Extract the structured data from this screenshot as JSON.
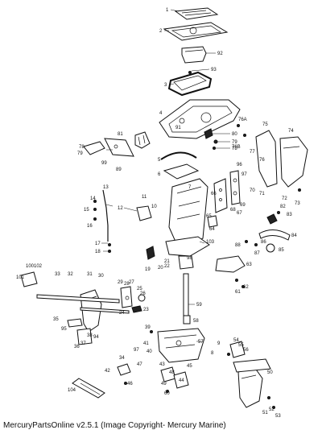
{
  "caption": "MercuryPartsOnline v2.5.1 (Image Copyright- Mercury Marine)",
  "callouts": [
    "1",
    "2",
    "92",
    "93",
    "3",
    "4",
    "91",
    "80",
    "79",
    "78",
    "76A",
    "76B",
    "75",
    "74",
    "77",
    "76",
    "72",
    "73",
    "81",
    "78",
    "79",
    "99",
    "89",
    "5",
    "6",
    "7",
    "96",
    "97",
    "70",
    "69",
    "68",
    "67",
    "66",
    "65",
    "64",
    "71",
    "82",
    "83",
    "84",
    "88",
    "86",
    "87",
    "85",
    "13",
    "14",
    "15",
    "16",
    "12",
    "10",
    "11",
    "17",
    "18",
    "102",
    "100",
    "101",
    "33",
    "32",
    "31",
    "30",
    "25",
    "26",
    "27",
    "28",
    "29",
    "24",
    "23",
    "22",
    "21",
    "98",
    "19",
    "20",
    "103",
    "59",
    "58",
    "57",
    "35",
    "95",
    "94",
    "36",
    "37",
    "38",
    "39",
    "34",
    "97",
    "47",
    "41",
    "40",
    "42",
    "43",
    "44",
    "45",
    "46",
    "48",
    "49",
    "60",
    "63",
    "62",
    "61",
    "104",
    "50",
    "51",
    "52",
    "53",
    "54",
    "55",
    "56",
    "9",
    "8"
  ]
}
